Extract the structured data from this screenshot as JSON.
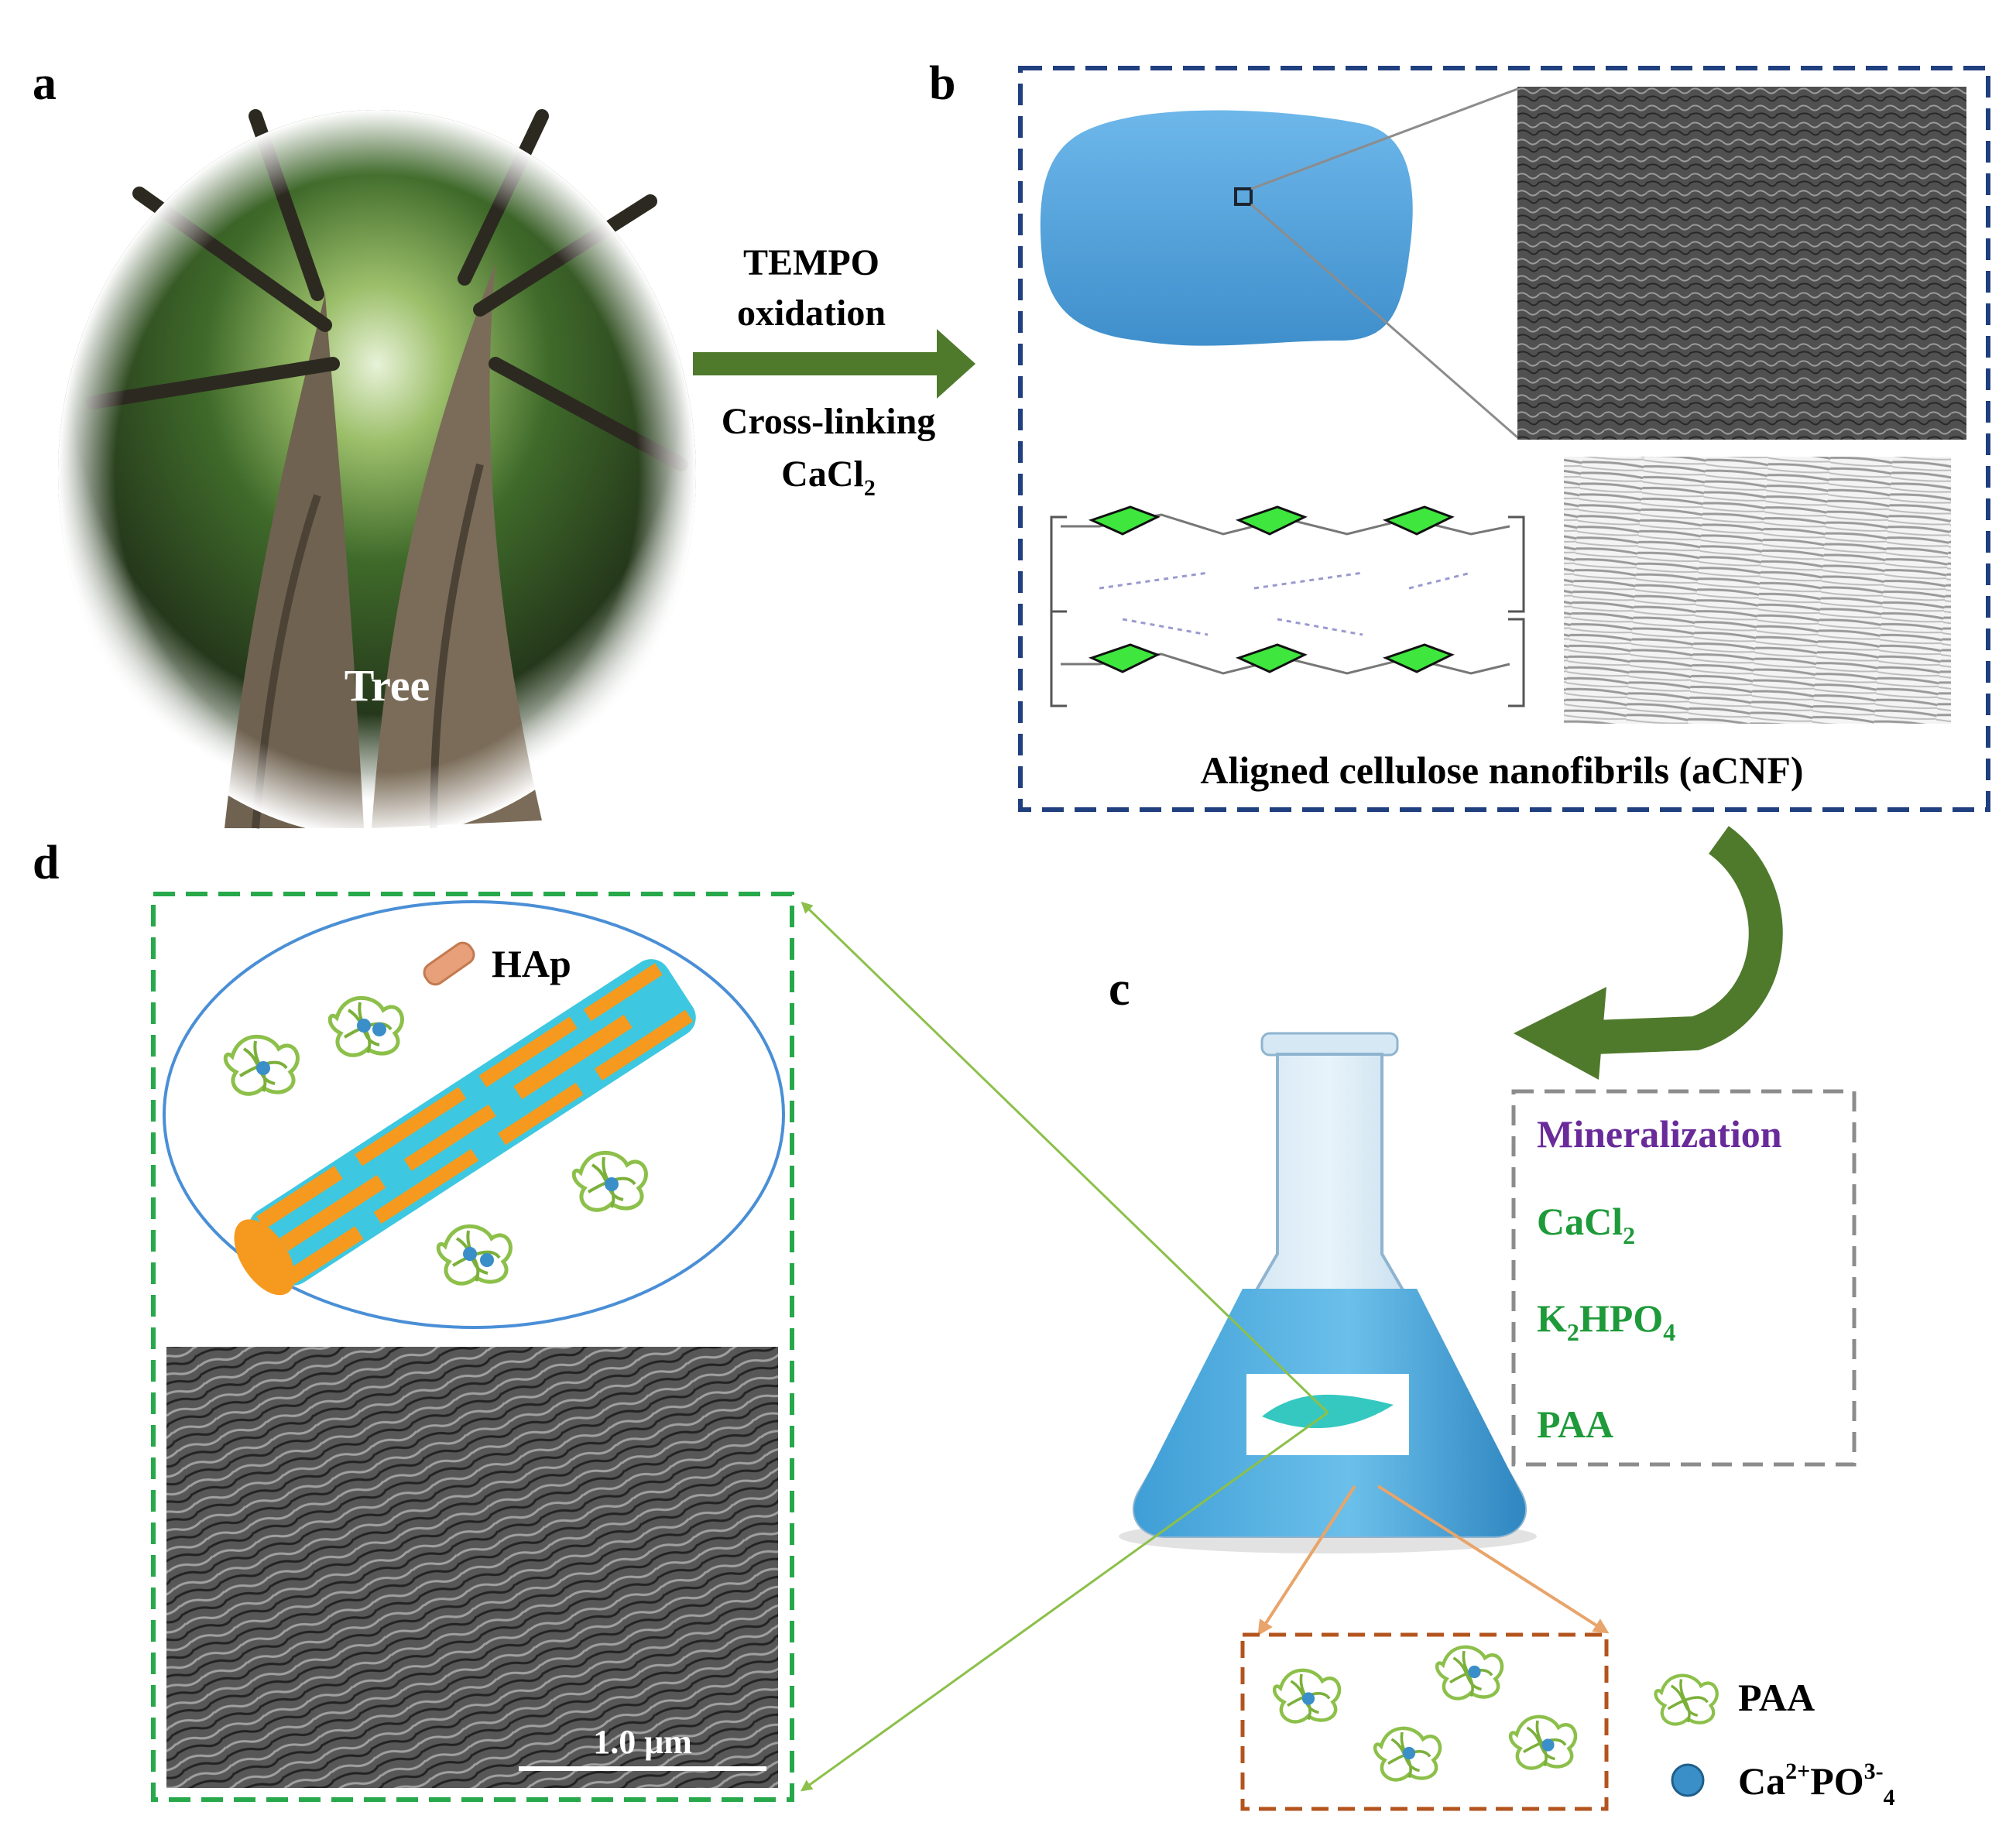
{
  "panels": {
    "a": {
      "letter": "a",
      "tree_label": "Tree"
    },
    "b": {
      "letter": "b",
      "caption": "Aligned cellulose nanofibrils (aCNF)"
    },
    "c": {
      "letter": "c"
    },
    "d": {
      "letter": "d",
      "hap_label": "HAp",
      "scale_bar": "1.0 μm"
    }
  },
  "process": {
    "step1_line1": "TEMPO",
    "step1_line2": "oxidation",
    "step2_line1": "Cross-linking",
    "step2_line2_main": "CaCl",
    "step2_line2_sub": "2"
  },
  "mineralization": {
    "title": "Mineralization",
    "items": [
      {
        "main": "CaCl",
        "sub": "2",
        "tail": ""
      },
      {
        "main": "K",
        "sub": "2",
        "tail": "HPO",
        "sub2": "4"
      },
      {
        "main": "PAA",
        "sub": "",
        "tail": ""
      }
    ]
  },
  "legend": {
    "paa": "PAA",
    "ion_ca": "Ca",
    "ion_ca_sup": "2+",
    "ion_po": "PO",
    "ion_po_sup": "3-",
    "ion_po_sub": "4"
  },
  "colors": {
    "arrow_green": "#4f7a2c",
    "box_b_blue": "#1f3f7f",
    "box_d_green": "#27a84a",
    "box_gray": "#8c8c8c",
    "box_orange": "#b3541e",
    "mineral_title": "#6a2b9a",
    "mineral_items": "#1e9a3a",
    "gel_blue": "#4b9fd8",
    "hap_orange": "#f59a1e",
    "cnf_cyan": "#3ec7e0",
    "paa_green": "#8cc04a",
    "ion_blue": "#3a8fc8"
  }
}
